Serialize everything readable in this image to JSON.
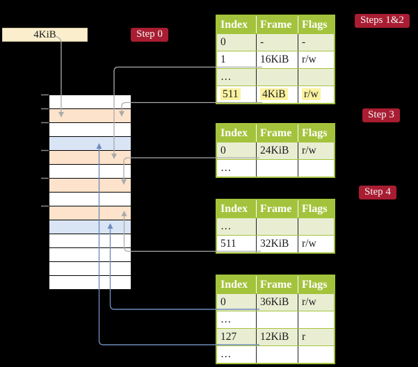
{
  "palette": {
    "bg": "#000000",
    "table-green": "#a4c33c",
    "row-light-green": "#e9eed3",
    "mem-orange": "#fde3cb",
    "mem-blue": "#d9e4f5",
    "frame-box-cream": "#faeecd",
    "step-red": "#a91d32",
    "highlight-yellow": "#fbf2a0",
    "connector-gray": "#ababab",
    "connector-blue": "#6e8cbe",
    "tick-gray": "#8a8a8a"
  },
  "frame_box": {
    "label": "4KiB"
  },
  "step_labels": {
    "step0": "Step 0",
    "steps_1_2": "Steps 1&2",
    "step3": "Step 3",
    "step4": "Step 4"
  },
  "tables": [
    {
      "headers": [
        "Index",
        "Frame",
        "Flags"
      ],
      "rows": [
        {
          "cells": [
            "0",
            "-",
            "-"
          ]
        },
        {
          "cells": [
            "1",
            "16KiB",
            "r/w"
          ]
        },
        {
          "cells": [
            "…",
            "",
            ""
          ]
        },
        {
          "cells": [
            "511",
            "4KiB",
            "r/w"
          ],
          "highlighted": true
        }
      ]
    },
    {
      "headers": [
        "Index",
        "Frame",
        "Flags"
      ],
      "rows": [
        {
          "cells": [
            "0",
            "24KiB",
            "r/w"
          ]
        },
        {
          "cells": [
            "…",
            "",
            ""
          ]
        }
      ]
    },
    {
      "headers": [
        "Index",
        "Frame",
        "Flags"
      ],
      "rows": [
        {
          "cells": [
            "…",
            "",
            ""
          ]
        },
        {
          "cells": [
            "511",
            "32KiB",
            "r/w"
          ]
        }
      ]
    },
    {
      "headers": [
        "Index",
        "Frame",
        "Flags"
      ],
      "rows": [
        {
          "cells": [
            "0",
            "36KiB",
            "r/w"
          ]
        },
        {
          "cells": [
            "…",
            "",
            ""
          ]
        },
        {
          "cells": [
            "127",
            "12KiB",
            "r"
          ]
        },
        {
          "cells": [
            "…",
            "",
            ""
          ]
        }
      ]
    }
  ],
  "memory": {
    "rows": [
      "white",
      "orange",
      "white",
      "blue",
      "orange",
      "white",
      "orange",
      "white",
      "orange",
      "blue",
      "white",
      "white",
      "white",
      "white"
    ]
  }
}
